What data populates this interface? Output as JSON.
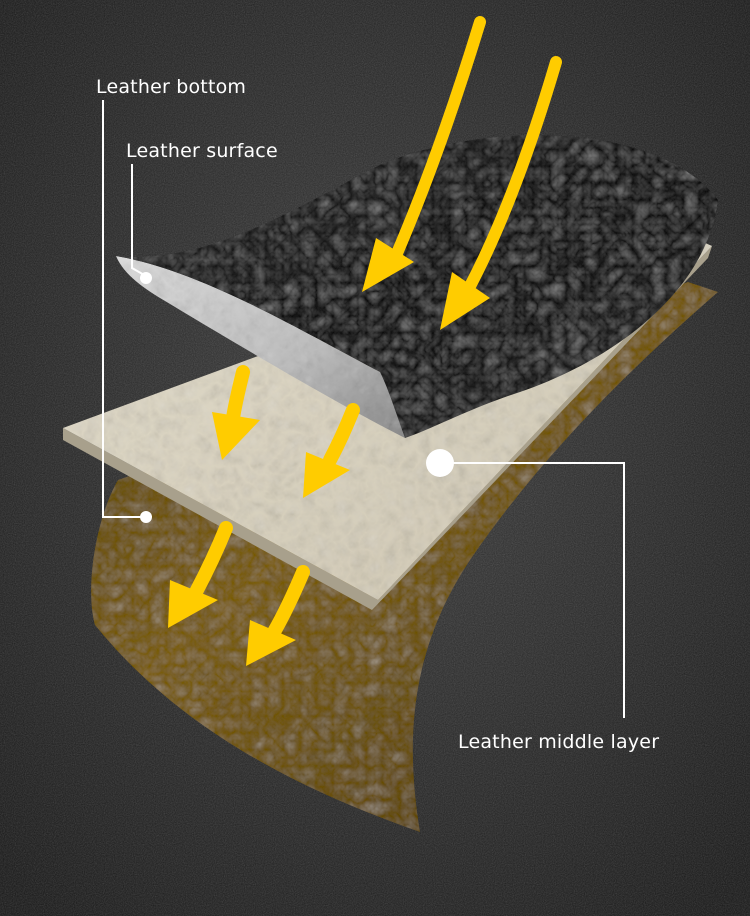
{
  "labels": {
    "bottom": "Leather bottom",
    "surface": "Leather surface",
    "middle": "Leather middle layer"
  },
  "colors": {
    "background": "#2a2a2a",
    "arrow": "#ffcc00",
    "bottom_layer": "#6e5306",
    "middle_layer": "#ddd6c4",
    "surface_layer": "#1c1c1c",
    "surface_underside": "#c9c9c9",
    "leader_line": "#ffffff"
  }
}
